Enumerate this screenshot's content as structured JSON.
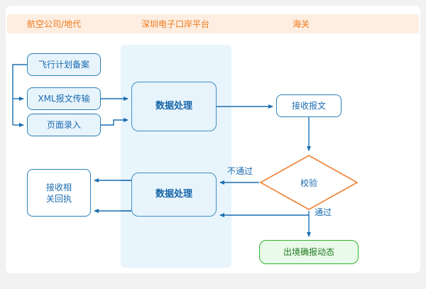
{
  "diagram": {
    "title": "",
    "type": "flowchart",
    "lanes": [
      {
        "id": "airline",
        "label": "航空公司/地代"
      },
      {
        "id": "platform",
        "label": "深圳电子口岸平台"
      },
      {
        "id": "customs",
        "label": "海关"
      }
    ],
    "nodes": [
      {
        "id": "flight-plan",
        "label": "飞行计划备案",
        "shape": "rounded-rect",
        "lane": "airline",
        "style": "blue"
      },
      {
        "id": "xml-transmit",
        "label": "XML报文传输",
        "shape": "rounded-rect",
        "lane": "airline",
        "style": "blue"
      },
      {
        "id": "page-entry",
        "label": "页面录入",
        "shape": "rounded-rect",
        "lane": "airline",
        "style": "blue"
      },
      {
        "id": "process-top",
        "label": "数据处理",
        "shape": "rounded-rect",
        "lane": "platform",
        "style": "bigblue"
      },
      {
        "id": "receive-msg",
        "label": "接收报文",
        "shape": "rounded-rect",
        "lane": "customs",
        "style": "plain"
      },
      {
        "id": "verify",
        "label": "校验",
        "shape": "diamond",
        "lane": "customs",
        "style": "orange"
      },
      {
        "id": "declare",
        "label": "出境确报动态",
        "shape": "rounded-rect",
        "lane": "customs",
        "style": "green"
      },
      {
        "id": "process-bot",
        "label": "数据处理",
        "shape": "rounded-rect",
        "lane": "platform",
        "style": "bigblue"
      },
      {
        "id": "receipt",
        "label": "接收相\n关回执",
        "label_line1": "接收相",
        "label_line2": "关回执",
        "shape": "rounded-rect",
        "lane": "airline",
        "style": "plain"
      }
    ],
    "edge_labels": [
      {
        "id": "fail",
        "label": "不通过",
        "from": "verify",
        "to": "process-bot"
      },
      {
        "id": "pass",
        "label": "通过",
        "from": "verify",
        "to": "declare"
      }
    ]
  },
  "colors": {
    "lane_header_bg": "#fdeee1",
    "lane_header_text": "#f07818",
    "lane_band_bg": "#e9f5fd",
    "node_blue_bg": "#e8f4fc",
    "node_blue_border": "#2a7fb8",
    "node_blue_text": "#1a6bb0",
    "node_green_bg": "#eafaea",
    "node_green_border": "#2eb52e",
    "node_green_text": "#1f7a1f",
    "diamond_border": "#f08030",
    "connector": "#1b6fb0",
    "page_bg": "#f2f2f2",
    "card_bg": "#ffffff"
  }
}
